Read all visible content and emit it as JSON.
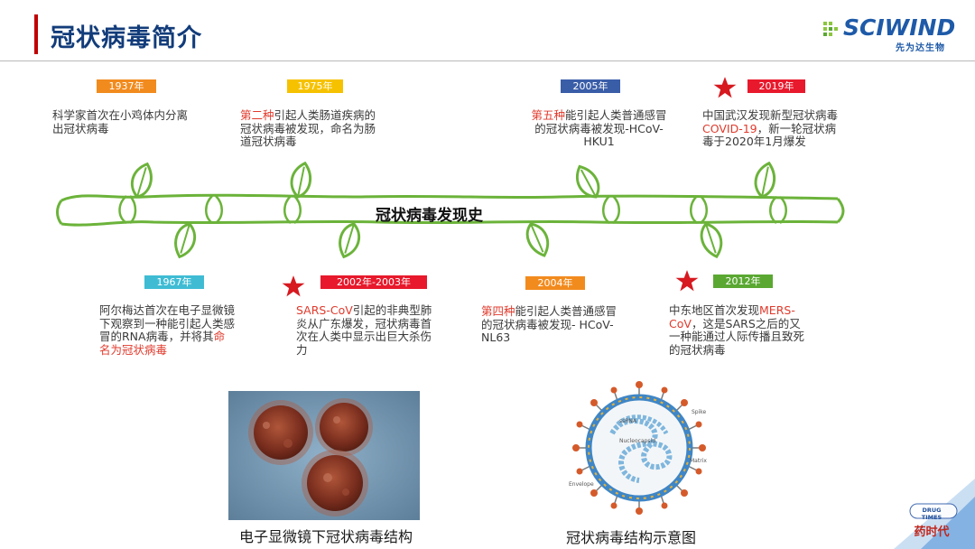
{
  "header": {
    "title": "冠状病毒简介",
    "logo_text": "SCIWIND",
    "logo_sub": "先为达生物"
  },
  "timeline": {
    "center_label": "冠状病毒发现史",
    "top_events": [
      {
        "year": "1937年",
        "color": "#f28b1e",
        "lines": [
          [
            {
              "t": "科学家首次在小鸡体内分离",
              "red": false
            }
          ],
          [
            {
              "t": "出冠状病毒",
              "red": false
            }
          ]
        ]
      },
      {
        "year": "1975年",
        "color": "#f6c200",
        "lines": [
          [
            {
              "t": "第二种",
              "red": true
            },
            {
              "t": "引起人类肠道疾病的",
              "red": false
            }
          ],
          [
            {
              "t": "冠状病毒被发现，命名为肠",
              "red": false
            }
          ],
          [
            {
              "t": "道冠状病毒",
              "red": false
            }
          ]
        ]
      },
      {
        "year": "2005年",
        "color": "#3a5da8",
        "lines": [
          [
            {
              "t": "第五种",
              "red": true
            },
            {
              "t": "能引起人类普通感冒",
              "red": false
            }
          ],
          [
            {
              "t": "的冠状病毒被发现-HCoV-",
              "red": false
            }
          ],
          [
            {
              "t": "HKU1",
              "red": false
            }
          ]
        ]
      },
      {
        "year": "2019年",
        "color": "#e8192c",
        "lines": [
          [
            {
              "t": "中国武汉发现新型冠状病毒",
              "red": false
            }
          ],
          [
            {
              "t": "COVID-19",
              "red": true
            },
            {
              "t": "，新一轮冠状病",
              "red": false
            }
          ],
          [
            {
              "t": "毒于2020年1月爆发",
              "red": false
            }
          ]
        ]
      }
    ],
    "bottom_events": [
      {
        "year": "1967年",
        "color": "#3fbcd4",
        "lines": [
          [
            {
              "t": "阿尔梅达首次在电子显微镜",
              "red": false
            }
          ],
          [
            {
              "t": "下观察到一种能引起人类感",
              "red": false
            }
          ],
          [
            {
              "t": "冒的RNA病毒，并将其",
              "red": false
            },
            {
              "t": "命",
              "red": true
            }
          ],
          [
            {
              "t": "名为冠状病毒",
              "red": true
            }
          ]
        ]
      },
      {
        "year": "2002年-2003年",
        "color": "#e8192c",
        "lines": [
          [
            {
              "t": "SARS-CoV",
              "red": true
            },
            {
              "t": "引起的非典型肺",
              "red": false
            }
          ],
          [
            {
              "t": "炎从广东爆发，冠状病毒首",
              "red": false
            }
          ],
          [
            {
              "t": "次在人类中显示出巨大杀伤",
              "red": false
            }
          ],
          [
            {
              "t": "力",
              "red": false
            }
          ]
        ]
      },
      {
        "year": "2004年",
        "color": "#f28b1e",
        "lines": [
          [
            {
              "t": "第四种",
              "red": true
            },
            {
              "t": "能引起人类普通感冒",
              "red": false
            }
          ],
          [
            {
              "t": "的冠状病毒被发现- HCoV-",
              "red": false
            }
          ],
          [
            {
              "t": "NL63",
              "red": false
            }
          ]
        ]
      },
      {
        "year": "2012年",
        "color": "#5aa832",
        "lines": [
          [
            {
              "t": "中东地区首次发现",
              "red": false
            },
            {
              "t": "MERS-",
              "red": true
            }
          ],
          [
            {
              "t": "CoV",
              "red": true
            },
            {
              "t": "，这是SARS之后的又",
              "red": false
            }
          ],
          [
            {
              "t": "一种能通过人际传播且致死",
              "red": false
            }
          ],
          [
            {
              "t": "的冠状病毒",
              "red": false
            }
          ]
        ]
      }
    ]
  },
  "figures": {
    "photo_caption": "电子显微镜下冠状病毒结构",
    "diagram_caption": "冠状病毒结构示意图",
    "diagram_labels": {
      "spike": "Spike",
      "ssrna": "ssRNA",
      "nucleocapsid": "Nucleocapsid",
      "matrix": "Matrix",
      "envelope": "Envelope"
    }
  },
  "watermark": {
    "top": "DRUG TIMES",
    "bottom": "药时代"
  }
}
